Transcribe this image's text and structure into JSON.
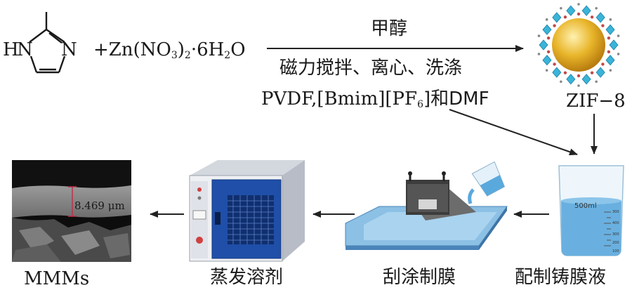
{
  "reactants": {
    "imidazole_h": "H",
    "imidazole_n1": "N",
    "imidazole_n2": "N",
    "plus_zn": "+Zn(NO",
    "sub3": "3",
    "close_paren": ")",
    "sub2": "2",
    "dot6h": "·6H",
    "sub2b": "2",
    "o": "O"
  },
  "reaction_arrow": {
    "above": "甲醇",
    "below": "磁力搅拌、离心、洗涤"
  },
  "additives": {
    "pre": "PVDF,[Bmim][PF",
    "sub6": "6",
    "post": "]和DMF"
  },
  "product_label": "ZIF−8",
  "steps": {
    "casting_solution": "配制铸膜液",
    "scraping": "刮涂制膜",
    "evaporation": "蒸发溶剂",
    "result": "MMMs"
  },
  "sem": {
    "thickness": "8.469 μm"
  },
  "beaker": {
    "volume": "500ml",
    "ticks": [
      "300",
      "400",
      "300",
      "200",
      "100"
    ]
  },
  "colors": {
    "arrow": "#222222",
    "sphere": "#e8b52a",
    "octa": "#3ab4d8",
    "oven_blue": "#1f4fa8",
    "oven_body": "#c9ced6",
    "plate": "#7bb8e0",
    "liquid": "#5aa9dd"
  }
}
